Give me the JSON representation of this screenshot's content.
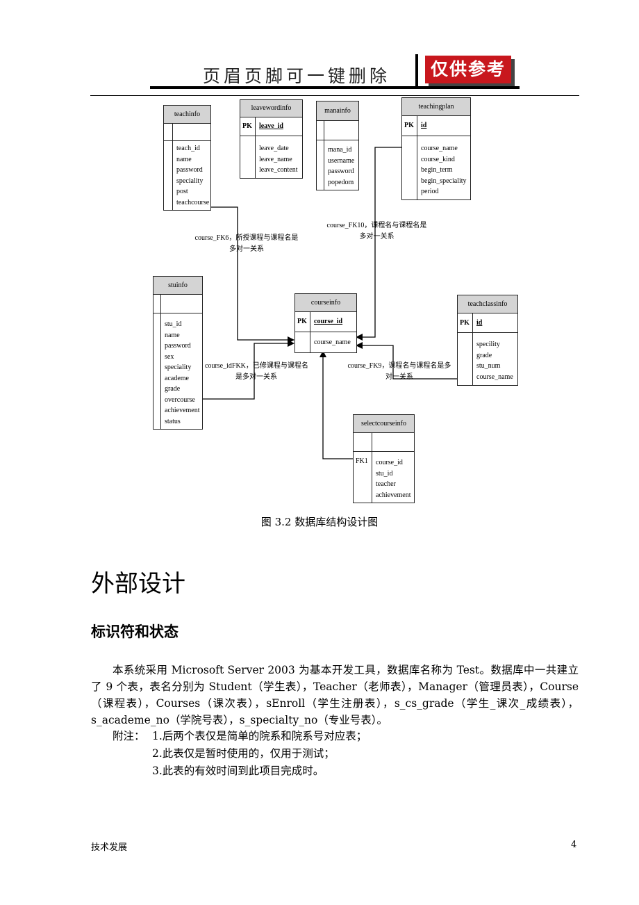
{
  "header": {
    "text": "页眉页脚可一键删除",
    "stamp": "仅供参考"
  },
  "diagram": {
    "tables": {
      "teachinfo": {
        "name": "teachinfo",
        "fields": [
          "teach_id",
          "name",
          "password",
          "speciality",
          "post",
          "teachcourse"
        ]
      },
      "leavewordinfo": {
        "name": "leavewordinfo",
        "pk": "PK",
        "key": "leave_id",
        "fields": [
          "leave_date",
          "leave_name",
          "leave_content"
        ]
      },
      "manainfo": {
        "name": "manainfo",
        "fields": [
          "mana_id",
          "username",
          "password",
          "popedom"
        ]
      },
      "teachingplan": {
        "name": "teachingplan",
        "pk": "PK",
        "key": "id",
        "fields": [
          "course_name",
          "course_kind",
          "begin_term",
          "begin_speciality",
          "period"
        ]
      },
      "stuinfo": {
        "name": "stuinfo",
        "fields": [
          "stu_id",
          "name",
          "password",
          "sex",
          "speciality",
          "academe",
          "grade",
          "overcourse",
          "achievement",
          "status"
        ]
      },
      "courseinfo": {
        "name": "courseinfo",
        "pk": "PK",
        "key": "course_id",
        "fields": [
          "course_name"
        ]
      },
      "teachclassinfo": {
        "name": "teachclassinfo",
        "pk": "PK",
        "key": "id",
        "fields": [
          "specility",
          "grade",
          "stu_num",
          "course_name"
        ]
      },
      "selectcourseinfo": {
        "name": "selectcourseinfo",
        "fk": "FK1",
        "fields": [
          "course_id",
          "stu_id",
          "teacher",
          "achievement"
        ]
      }
    },
    "relations": {
      "fk6": {
        "line1": "course_FK6，所授课程与课程名是",
        "line2": "多对一关系"
      },
      "fk10": {
        "line1": "course_FK10，课程名与课程名是",
        "line2": "多对一关系"
      },
      "fkk": {
        "line1": "course_idFKK，已修课程与课程名",
        "line2": "是多对一关系"
      },
      "fk9": {
        "line1": "course_FK9，课程名与课程名是多",
        "line2": "对一关系"
      }
    }
  },
  "caption": "图 3.2  数据库结构设计图",
  "heading1": "外部设计",
  "heading2": "标识符和状态",
  "paragraph": "本系统采用 Microsoft Server 2003 为基本开发工具，数据库名称为 Test。数据库中一共建立了 9 个表，表名分别为 Student（学生表），Teacher（老师表），Manager（管理员表），Course（课程表），Courses（课次表），sEnroll（学生注册表），s_cs_grade（学生_课次_成绩表），s_academe_no（学院号表），s_specialty_no（专业号表）。",
  "notes": {
    "label": "附注：",
    "items": [
      "1.后两个表仅是简单的院系和院系号对应表；",
      "2.此表仅是暂时使用的，仅用于测试；",
      "3.此表的有效时间到此项目完成时。"
    ]
  },
  "footer": {
    "left": "技术发展",
    "page": "4"
  }
}
